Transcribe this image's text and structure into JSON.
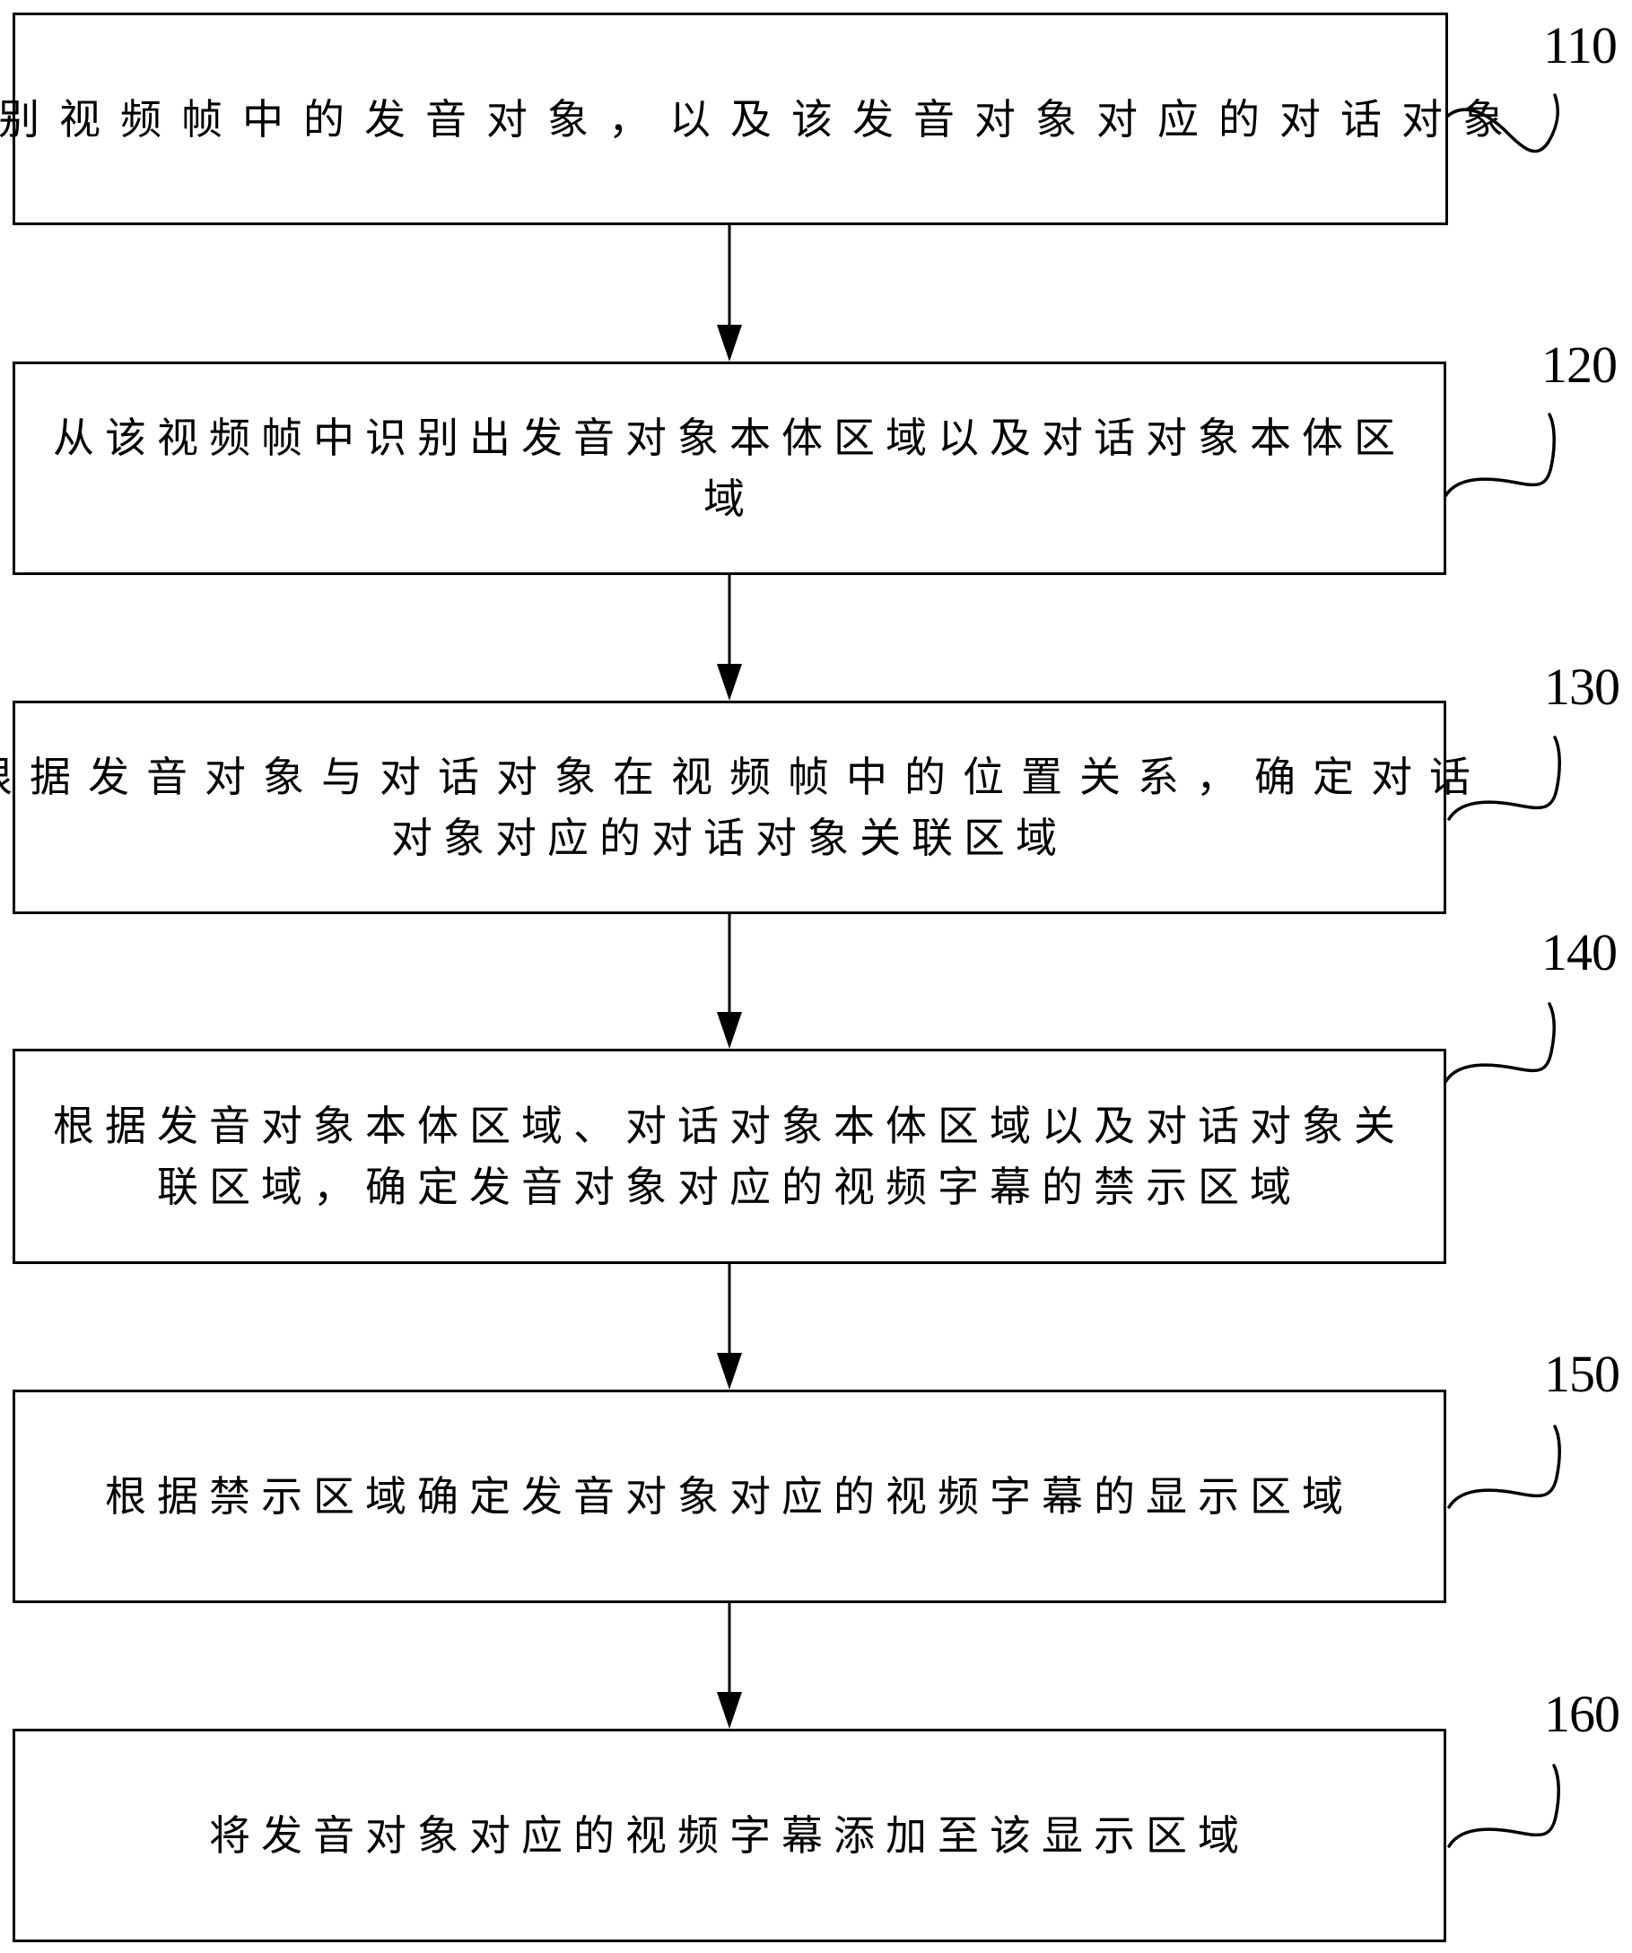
{
  "flowchart": {
    "steps": [
      {
        "label": "110",
        "lines": [
          "识别视频帧中的发音对象，以及该发音对象对应的对话对象"
        ]
      },
      {
        "label": "120",
        "lines": [
          "从该视频帧中识别出发音对象本体区域以及对话对象本体区",
          "域"
        ]
      },
      {
        "label": "130",
        "lines": [
          "根据发音对象与对话对象在视频帧中的位置关系，确定对话",
          "对象对应的对话对象关联区域"
        ]
      },
      {
        "label": "140",
        "lines": [
          "根据发音对象本体区域、对话对象本体区域以及对话对象关",
          "联区域，确定发音对象对应的视频字幕的禁示区域"
        ]
      },
      {
        "label": "150",
        "lines": [
          "根据禁示区域确定发音对象对应的视频字幕的显示区域"
        ]
      },
      {
        "label": "160",
        "lines": [
          "将发音对象对应的视频字幕添加至该显示区域"
        ]
      }
    ],
    "connector_color": "#000000"
  }
}
